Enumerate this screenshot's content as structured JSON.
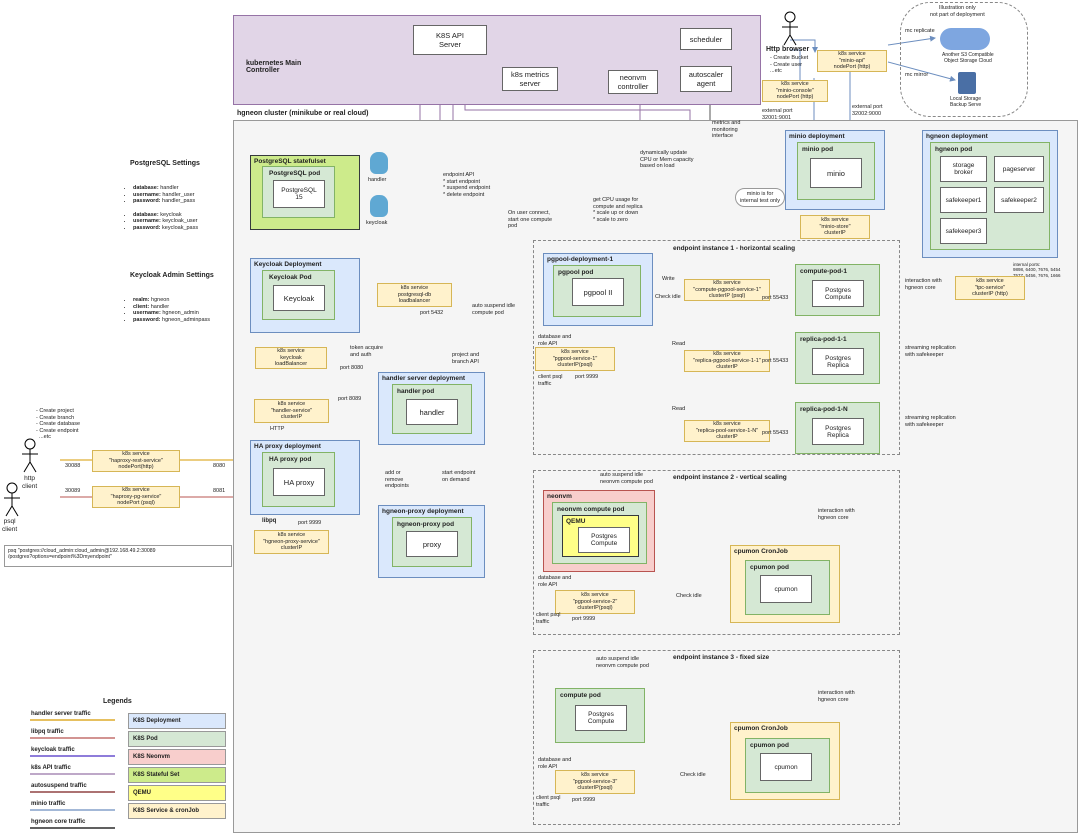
{
  "main_controller": {
    "title": "kubernetes Main\nController",
    "api_server": "K8S API\nServer",
    "scheduler": "scheduler",
    "metrics_server": "k8s metrics\nserver",
    "neonvm_controller": "neonvm\ncontroller",
    "autoscaler_agent": "autoscaler\nagent"
  },
  "cluster_title": "hgneon cluster (minikube or real cloud)",
  "http_browser": {
    "label": "Http browser",
    "notes": "- Create Bucket\n- Create user\n...etc"
  },
  "minio_api_svc": "k8s service\n\"minio-api\"\nnodePort (http)",
  "minio_console_svc": "k8s service\n\"minio-console\"\nnodePort (http)",
  "external_port_1": "external port\n32001:9001",
  "external_port_2": "external port\n32002:9000",
  "illustration": {
    "title": "Illustration only\nnot part of deployment",
    "mc_replicate": "mc replicate",
    "mc_mirror": "mc mirror",
    "s3_cloud": "Another S3 Compatible\nObject Storage Cloud",
    "local_storage": "Local Storage\nBackup Serve"
  },
  "postgres_settings": {
    "title": "PostgreSQL Settings",
    "items": [
      "database: handler",
      "username: handler_user",
      "password: handler_pass",
      "",
      "database: keycloak",
      "username: keycloak_user",
      "password: keycloak_pass"
    ]
  },
  "keycloak_admin": {
    "title": "Keycloak Admin Settings",
    "items": [
      "realm: hgneon",
      "client: handler",
      "username: hgneon_admin",
      "password: hgneon_adminpass"
    ]
  },
  "pg_statefulset": {
    "title": "PostgreSQL statefulset",
    "pod": "PostgreSQL pod",
    "inner": "PostgreSQL\n15",
    "db_handler": "handler",
    "db_keycloak": "keycloak"
  },
  "pg_db_svc": "k8s service\npostgresql-db\nloadbalancer",
  "port_5432": "port 5432",
  "keycloak_deployment": {
    "title": "Keycloak Deployment",
    "pod": "Keycloak Pod",
    "inner": "Keycloak"
  },
  "keycloak_svc": "k8s service\nkeycloak\nloadBalancer",
  "port_8080": "port 8080",
  "token_acquire": "token acquire\nand auth",
  "endpoint_api": "endpoint API\n* start endpoint\n* suspend endpoint\n* delete endpoint",
  "on_user_connect": "On user connect,\nstart one compute\npod",
  "dynamic_update": "dynamically update\nCPU or Mem capacity\nbased on load",
  "get_cpu": "get CPU usage for\ncompute and replica\n* scale up or down\n* scale to zero",
  "metrics_iface": "metrics and\nmonitoring\ninterface",
  "auto_suspend_1": "auto suspend idle\ncompute pod",
  "project_branch_api": "project and\nbranch API",
  "handler_svc": "k8s service\n\"handler-service\"\nclusterIP",
  "port_8089": "port 8089",
  "http_label": "HTTP",
  "handler_deployment": {
    "title": "handler server deployment",
    "pod": "handler pod",
    "inner": "handler"
  },
  "http_client": {
    "label": "http\nclient",
    "notes": "- Create project\n- Create branch\n- Create database\n- Create endpoint\n  ...etc"
  },
  "psql_client": "psql\nclient",
  "haproxy_rest_svc": "k8s service\n\"haproxy-rest-service\"\nnodePort(http)",
  "haproxy_pg_svc": "k8s service\n\"haproxy-pg-service\"\nnodePort (psql)",
  "port_30088": "30088",
  "port_8080b": "8080",
  "port_30089": "30089",
  "port_8081": "8081",
  "ha_deployment": {
    "title": "HA proxy deployment",
    "pod": "HA proxy pod",
    "inner": "HA proxy"
  },
  "libpq": "libpq",
  "port_9999": "port 9999",
  "proxy_svc": "k8s service\n\"hgneon-proxy-service\"\nclusterIP",
  "add_remove": "add or\nremove\nendpoints",
  "start_on_demand": "start endpoint\non demand",
  "proxy_deployment": {
    "title": "hgneon-proxy deployment",
    "pod": "hgneon-proxy pod",
    "inner": "proxy"
  },
  "psql_cmd": "psq \"postgres://cloud_admin:cloud_admin@192.168.49.2:30089\n/postgres?options=endpoint%3Dmyendpoint\"",
  "minio_deployment": {
    "title": "minio deployment",
    "pod": "minio pod",
    "inner": "minio"
  },
  "minio_note": "minio is for\ninternal test only",
  "minio_store_svc": "k8s service\n\"minio-store\"\nclusterIP",
  "hgneon_deployment": {
    "title": "hgneon deployment",
    "pod": "hgneon pod",
    "storage_broker": "storage\nbroker",
    "pageserver": "pageserver",
    "safekeeper1": "safekeeper1",
    "safekeeper2": "safekeeper2",
    "safekeeper3": "safekeeper3"
  },
  "internal_ports": "internal ports:\n9898, 6400, 7676, 5454\n7577, 5456, 7676, 1666",
  "tpc_svc": "k8s service\n\"tpc-service\"\nclusterIP (http)",
  "interaction_core_1": "interaction with\nhgneon core",
  "interaction_core_2": "interaction with\nhgneon core",
  "interaction_core_3": "interaction with\nhgneon core",
  "streaming_1": "streaming replication\nwith safekeeper",
  "streaming_2": "streaming replication\nwith safekeeper",
  "endpoint1": {
    "title": "endpoint instance 1 - horizontal scaling",
    "pgpool_deployment": "pgpool-deployment-1",
    "pgpool_pod": "pgpool pod",
    "pgpool_inner": "pgpool II",
    "write": "Write",
    "check_idle": "Check idle",
    "read1": "Read",
    "read2": "Read",
    "compute_svc": "k8s service\n\"compute-pgpool-service-1\"\nclusterIP (psql)",
    "port_55433a": "port 55433",
    "replica_svc1": "k8s service\n\"replica-pgpool-service-1-1\"\nclusterIP",
    "port_55433b": "port 55433",
    "replica_svcN": "k8s service\n\"replica-pool-service-1-N\"\nclusterIP",
    "port_55433c": "port 55433",
    "compute_pod": "compute-pod-1",
    "compute_inner": "Postgres\nCompute",
    "replica1": "replica-pod-1-1",
    "replica1_inner": "Postgres\nReplica",
    "replicaN": "replica-pod-1-N",
    "replicaN_inner": "Postgres\nReplica",
    "db_role": "database and\nrole API",
    "svc": "k8s service\n\"pgpool-service-1\"\nclusterIP(psql)",
    "client_psql": "client psql\ntraffic",
    "port_9999": "port 9999"
  },
  "endpoint2": {
    "title": "endpoint instance 2 - vertical scaling",
    "auto_suspend": "auto suspend idle\nneonvm compute pod",
    "neonvm": "neonvm",
    "compute_pod": "neonvm compute pod",
    "qemu": "QEMU",
    "inner": "Postgres\nCompute",
    "cronjob": "cpumon CronJob",
    "cpumon_pod": "cpumon pod",
    "cpumon": "cpumon",
    "check_idle": "Check idle",
    "db_role": "database and\nrole API",
    "svc": "k8s service\n\"pgpool-service-2\"\nclusterIP(psql)",
    "client_psql": "client psql\ntraffic",
    "port_9999": "port 9999"
  },
  "endpoint3": {
    "title": "endpoint instance 3 - fixed size",
    "auto_suspend": "auto suspend idle\nneonvm compute pod",
    "compute_pod": "compute pod",
    "inner": "Postgres\nCompute",
    "cronjob": "cpumon CronJob",
    "cpumon_pod": "cpumon pod",
    "cpumon": "cpumon",
    "check_idle": "Check idle",
    "db_role": "database and\nrole API",
    "svc": "k8s service\n\"pgpool-service-3\"\nclusterIP(psql)",
    "client_psql": "client psql\ntraffic",
    "port_9999": "port 9999"
  },
  "legends": {
    "title": "Legends",
    "lines": [
      {
        "label": "handler server traffic",
        "color": "#d79b00"
      },
      {
        "label": "libpq traffic",
        "color": "#b85450"
      },
      {
        "label": "keycloak traffic",
        "color": "#4b2ec4"
      },
      {
        "label": "k8s API traffic",
        "color": "#9673a6"
      },
      {
        "label": "autosuspend traffic",
        "color": "#7a1f1f"
      },
      {
        "label": "minio traffic",
        "color": "#6c8ebf"
      },
      {
        "label": "hgneon core traffic",
        "color": "#000000"
      }
    ],
    "colors": [
      {
        "label": "K8S Deployment",
        "color": "#dae8fc"
      },
      {
        "label": "K8S Pod",
        "color": "#d5e8d4"
      },
      {
        "label": "K8S Neonvm",
        "color": "#f8cecc"
      },
      {
        "label": "K8S Stateful Set",
        "color": "#cdeb8b"
      },
      {
        "label": "QEMU",
        "color": "#ffff88"
      },
      {
        "label": "K8S Service & cronJob",
        "color": "#fff2cc"
      }
    ]
  }
}
